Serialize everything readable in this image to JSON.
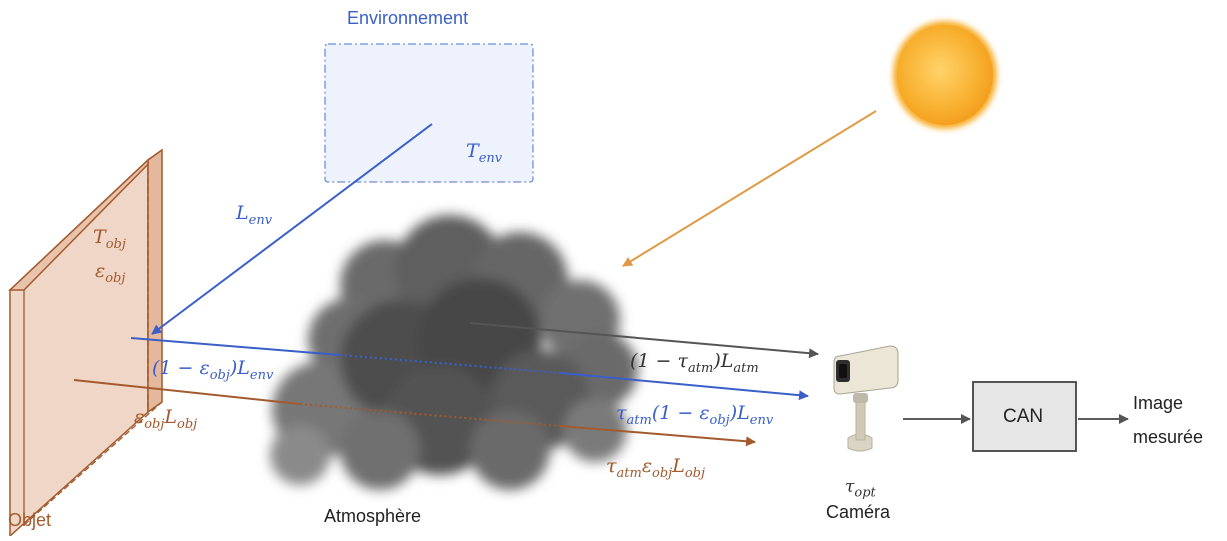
{
  "labels": {
    "environment": "Environnement",
    "object": "Objet",
    "atmosphere": "Atmosphère",
    "camera": "Caméra",
    "can": "CAN",
    "image_line1": "Image",
    "image_line2": "mesurée"
  },
  "math": {
    "T_env": {
      "base": "T",
      "sub": "env"
    },
    "L_env": {
      "base": "L",
      "sub": "env"
    },
    "T_obj": {
      "base": "T",
      "sub": "obj"
    },
    "eps_obj": {
      "base": "ε",
      "sub": "obj"
    },
    "reflected": {
      "pre": "(1 − ε",
      "sub1": "obj",
      "mid": ")L",
      "sub2": "env"
    },
    "emitted": {
      "pre": "ε",
      "sub1": "obj",
      "mid": "L",
      "sub2": "obj"
    },
    "atm_emission": {
      "pre": "(1 − τ",
      "sub1": "atm",
      "mid": ")L",
      "sub2": "atm"
    },
    "atm_reflected": {
      "pre": "τ",
      "sub1": "atm",
      "mid": "(1 − ε",
      "sub2": "obj",
      "mid2": ")L",
      "sub3": "env"
    },
    "atm_emitted": {
      "pre": "τ",
      "sub1": "atm",
      "mid": "ε",
      "sub2": "obj",
      "mid2": "L",
      "sub3": "obj"
    },
    "tau_opt": {
      "base": "τ",
      "sub": "opt"
    }
  },
  "colors": {
    "environment": "#3a5fc9",
    "object": "#a25a2e",
    "object_fill": "#f0d6c6",
    "sun": "#f5a623",
    "sun_ray": "#e09a45",
    "atmosphere": "#555555",
    "can_fill": "#e6e6e6"
  },
  "icons": [
    "sun-icon",
    "cloud-icon",
    "camera-icon"
  ]
}
